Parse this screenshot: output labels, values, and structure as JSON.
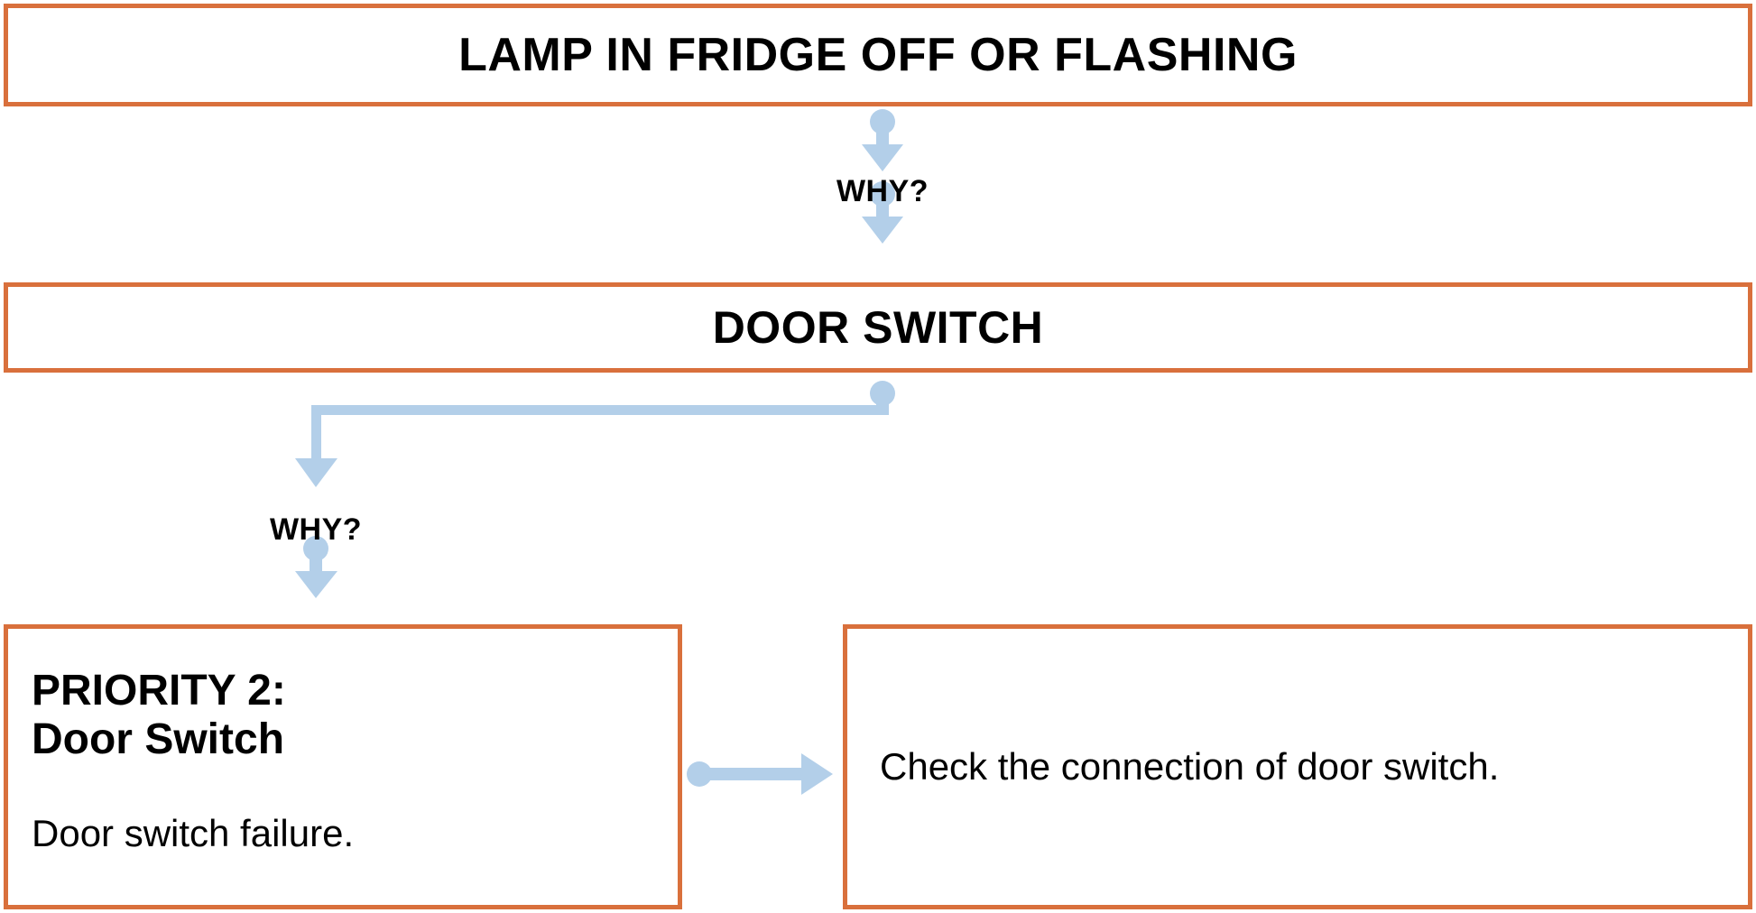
{
  "diagram": {
    "title": "LAMP IN FRIDGE OFF OR FLASHING",
    "accent_color": "#d9703c",
    "connector_color": "#b3cfe9",
    "text_color": "#000000",
    "background_color": "#ffffff",
    "type": "why-why-troubleshooting-tree"
  },
  "nodes": {
    "symptom": {
      "label": "LAMP IN FRIDGE OFF OR FLASHING"
    },
    "cause": {
      "label": "DOOR SWITCH"
    },
    "priority": {
      "heading": "PRIORITY 2:\nDoor Switch",
      "heading_line1": "PRIORITY 2:",
      "heading_line2": "Door Switch",
      "description": "Door switch failure."
    },
    "action": {
      "text": "Check the connection of door switch."
    }
  },
  "connectors": {
    "why_1": "WHY?",
    "why_2": "WHY?"
  }
}
